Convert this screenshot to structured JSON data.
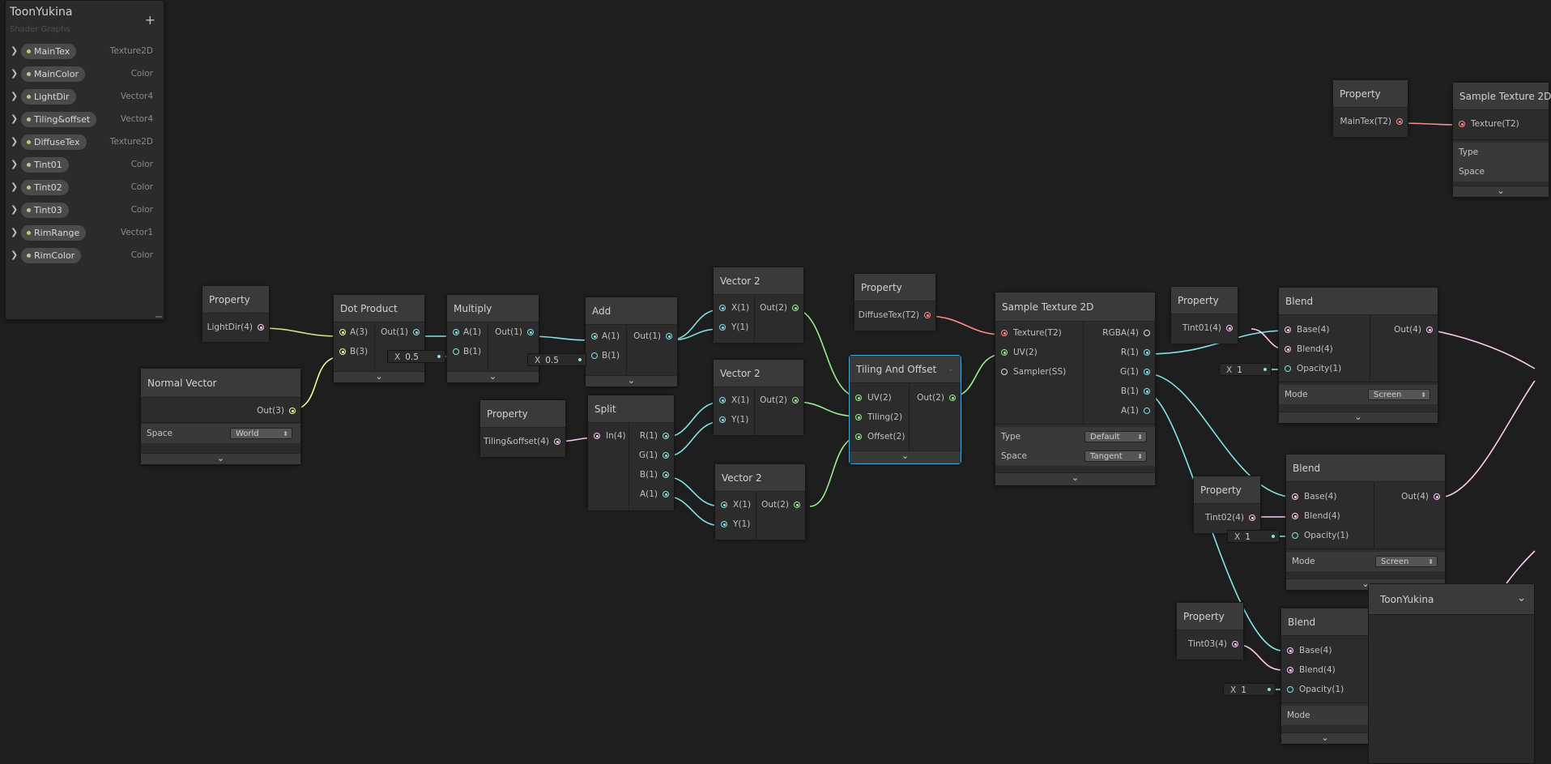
{
  "blackboard": {
    "title": "ToonYukina",
    "subtitle": "Shader Graphs",
    "add_label": "+",
    "properties": [
      {
        "name": "MainTex",
        "type": "Texture2D"
      },
      {
        "name": "MainColor",
        "type": "Color"
      },
      {
        "name": "LightDir",
        "type": "Vector4"
      },
      {
        "name": "Tiling&offset",
        "type": "Vector4"
      },
      {
        "name": "DiffuseTex",
        "type": "Texture2D"
      },
      {
        "name": "Tint01",
        "type": "Color"
      },
      {
        "name": "Tint02",
        "type": "Color"
      },
      {
        "name": "Tint03",
        "type": "Color"
      },
      {
        "name": "RimRange",
        "type": "Vector1"
      },
      {
        "name": "RimColor",
        "type": "Color"
      }
    ]
  },
  "nodes": {
    "prop_lightdir": {
      "title": "Property",
      "out": "LightDir(4)"
    },
    "normal_vector": {
      "title": "Normal Vector",
      "out": "Out(3)",
      "space_label": "Space",
      "space_value": "World"
    },
    "dot_product": {
      "title": "Dot Product",
      "in_a": "A(3)",
      "in_b": "B(3)",
      "out": "Out(1)"
    },
    "multiply": {
      "title": "Multiply",
      "in_a": "A(1)",
      "in_b": "B(1)",
      "out": "Out(1)",
      "b_axis": "X",
      "b_value": "0.5"
    },
    "add": {
      "title": "Add",
      "in_a": "A(1)",
      "in_b": "B(1)",
      "out": "Out(1)",
      "b_axis": "X",
      "b_value": "0.5"
    },
    "prop_tiling": {
      "title": "Property",
      "out": "Tiling&offset(4)"
    },
    "split": {
      "title": "Split",
      "in": "In(4)",
      "outs": [
        "R(1)",
        "G(1)",
        "B(1)",
        "A(1)"
      ]
    },
    "vec2_a": {
      "title": "Vector 2",
      "in_x": "X(1)",
      "in_y": "Y(1)",
      "out": "Out(2)"
    },
    "vec2_b": {
      "title": "Vector 2",
      "in_x": "X(1)",
      "in_y": "Y(1)",
      "out": "Out(2)"
    },
    "vec2_c": {
      "title": "Vector 2",
      "in_x": "X(1)",
      "in_y": "Y(1)",
      "out": "Out(2)"
    },
    "prop_diffuse": {
      "title": "Property",
      "out": "DiffuseTex(T2)"
    },
    "tiling_offset": {
      "title": "Tiling And Offset",
      "ins": [
        "UV(2)",
        "Tiling(2)",
        "Offset(2)"
      ],
      "out": "Out(2)"
    },
    "sample_tex_main": {
      "title": "Sample Texture 2D",
      "ins": [
        "Texture(T2)",
        "UV(2)",
        "Sampler(SS)"
      ],
      "outs": [
        "RGBA(4)",
        "R(1)",
        "G(1)",
        "B(1)",
        "A(1)"
      ],
      "type_label": "Type",
      "type_value": "Default",
      "space_label": "Space",
      "space_value": "Tangent"
    },
    "prop_maintex": {
      "title": "Property",
      "out": "MainTex(T2)"
    },
    "sample_tex_right": {
      "title": "Sample Texture 2D",
      "in": "Texture(T2)",
      "type_label": "Type",
      "space_label": "Space"
    },
    "prop_tint01": {
      "title": "Property",
      "out": "Tint01(4)"
    },
    "prop_tint02": {
      "title": "Property",
      "out": "Tint02(4)"
    },
    "prop_tint03": {
      "title": "Property",
      "out": "Tint03(4)"
    },
    "blend1": {
      "title": "Blend",
      "ins": [
        "Base(4)",
        "Blend(4)",
        "Opacity(1)"
      ],
      "out": "Out(4)",
      "mode_label": "Mode",
      "mode_value": "Screen",
      "opacity_axis": "X",
      "opacity_value": "1"
    },
    "blend2": {
      "title": "Blend",
      "ins": [
        "Base(4)",
        "Blend(4)",
        "Opacity(1)"
      ],
      "out": "Out(4)",
      "mode_label": "Mode",
      "mode_value": "Screen",
      "opacity_axis": "X",
      "opacity_value": "1"
    },
    "blend3": {
      "title": "Blend",
      "ins": [
        "Base(4)",
        "Blend(4)",
        "Opacity(1)"
      ],
      "mode_label": "Mode",
      "opacity_axis": "X",
      "opacity_value": "1"
    }
  },
  "preview": {
    "title": "ToonYukina"
  },
  "colors": {
    "vector1": "#84e4e7",
    "vector2": "#9aef92",
    "vector3": "#f6ff9a",
    "vector4": "#fbcbf4",
    "texture": "#ff8b8b",
    "selection": "#4aa3d6"
  }
}
